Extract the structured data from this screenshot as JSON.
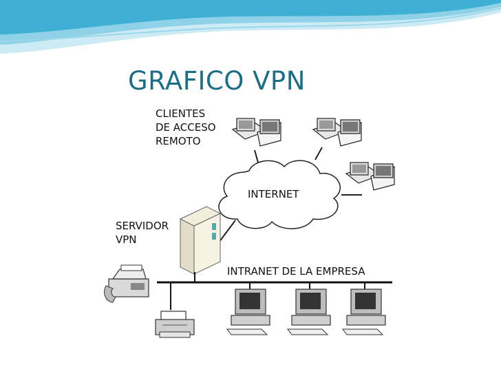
{
  "title": "GRAFICO VPN",
  "diagram": {
    "clients_label": "CLIENTES DE ACCESO REMOTO",
    "clients_lines": [
      "CLIENTES",
      "DE ACCESO",
      "REMOTO"
    ],
    "internet_label": "INTERNET",
    "server_lines": [
      "SERVIDOR",
      "VPN"
    ],
    "intranet_label": "INTRANET DE LA EMPRESA"
  },
  "colors": {
    "title": "#1a6e86",
    "wave_light": "#bfe6f2",
    "wave_dark": "#3fb0d3"
  }
}
